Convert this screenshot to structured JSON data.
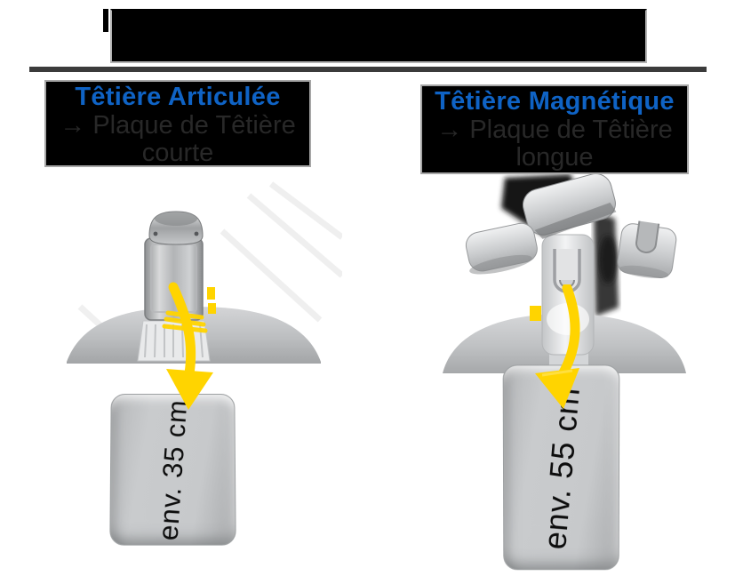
{
  "page": {
    "language": "fr",
    "background": "#ffffff"
  },
  "colors": {
    "heading_blue": "#0f63c5",
    "arrow_yellow": "#ffd400",
    "banner_black": "#000000",
    "divider_gray": "#3b3b3b",
    "subtitle_gray": "#282828"
  },
  "columns": [
    {
      "id": "tetiere-articulee",
      "title": "Têtière Articulée",
      "subtitle_line1": "→ Plaque de Têtière",
      "subtitle_line2": "courte",
      "plate_label": "env. 35 cm"
    },
    {
      "id": "tetiere-magnetique",
      "title": "Têtière Magnétique",
      "subtitle_line1": "→ Plaque de Têtière",
      "subtitle_line2": "longue",
      "plate_label": "env. 55 cm"
    }
  ]
}
